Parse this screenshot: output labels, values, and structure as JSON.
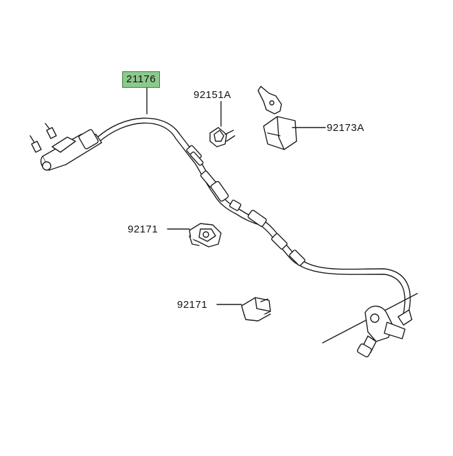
{
  "diagram": {
    "parts": [
      {
        "id": "21176",
        "label": "21176",
        "highlighted": true
      },
      {
        "id": "92151A",
        "label": "92151A",
        "highlighted": false
      },
      {
        "id": "92173A",
        "label": "92173A",
        "highlighted": false
      },
      {
        "id": "92171-a",
        "label": "92171",
        "highlighted": false
      },
      {
        "id": "92171-b",
        "label": "92171",
        "highlighted": false
      }
    ],
    "colors": {
      "line": "#1a1a1a",
      "highlight_fill": "#8cc98c",
      "highlight_border": "#3d7a3d",
      "background": "#ffffff"
    }
  }
}
